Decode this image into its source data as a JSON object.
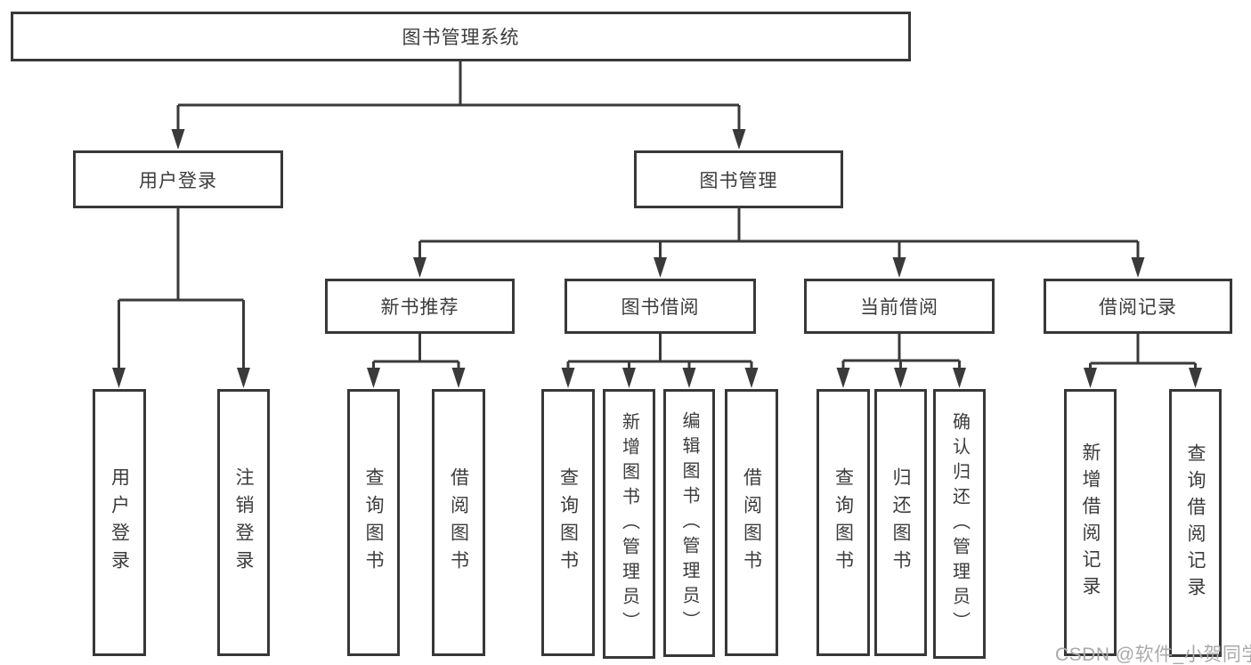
{
  "diagram": {
    "root": {
      "label": "图书管理系统"
    },
    "level2": [
      {
        "label": "用户登录"
      },
      {
        "label": "图书管理"
      }
    ],
    "level3": [
      {
        "label": "新书推荐"
      },
      {
        "label": "图书借阅"
      },
      {
        "label": "当前借阅"
      },
      {
        "label": "借阅记录"
      }
    ],
    "leaves": [
      {
        "label": "用户登录"
      },
      {
        "label": "注销登录"
      },
      {
        "label": "查询图书"
      },
      {
        "label": "借阅图书"
      },
      {
        "label": "查询图书"
      },
      {
        "label": "新增图书（管理员）"
      },
      {
        "label": "编辑图书（管理员）"
      },
      {
        "label": "借阅图书"
      },
      {
        "label": "查询图书"
      },
      {
        "label": "归还图书"
      },
      {
        "label": "确认归还（管理员）"
      },
      {
        "label": "新增借阅记录"
      },
      {
        "label": "查询借阅记录"
      }
    ],
    "line_color": "#3a3a3a",
    "border_color": "#383838",
    "text_color": "#3c3c3c"
  },
  "watermark": {
    "text": "CSDN @软件_小贺同学",
    "color": "#aaaaaa"
  }
}
